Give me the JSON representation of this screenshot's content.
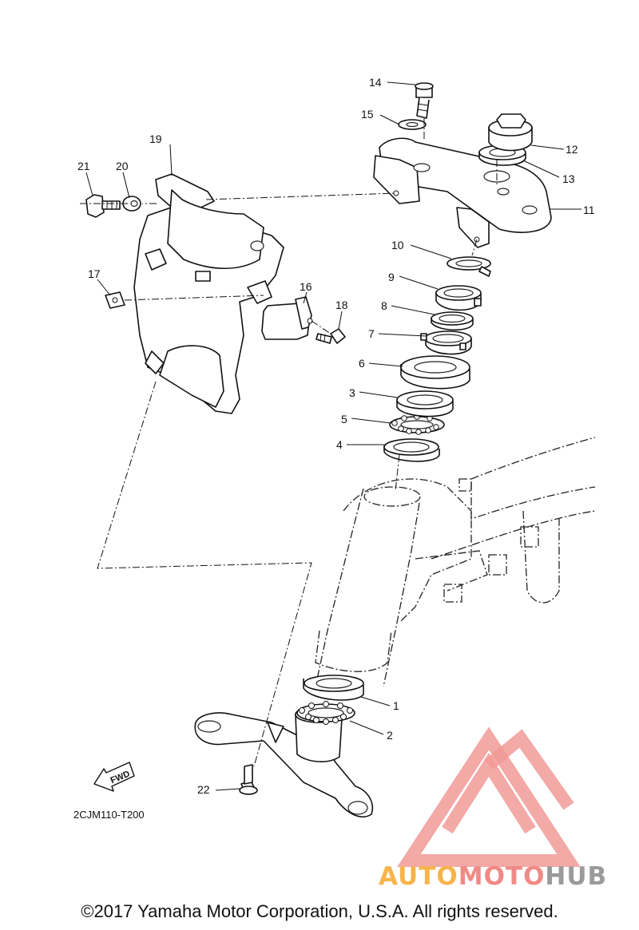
{
  "diagram": {
    "callouts": [
      "1",
      "2",
      "3",
      "4",
      "5",
      "6",
      "7",
      "8",
      "9",
      "10",
      "11",
      "12",
      "13",
      "14",
      "15",
      "16",
      "17",
      "18",
      "19",
      "20",
      "21",
      "22"
    ],
    "direction_label": "FWD",
    "drawing_code": "2CJM110-T200"
  },
  "watermark": {
    "brand_part1": "AUTO",
    "brand_part2": "MOTO",
    "brand_part3": "HUB",
    "colors": {
      "orange": "#f6b44a",
      "pink": "#ef8a86",
      "gray": "#9a9a9a"
    }
  },
  "footer": {
    "copyright": "©2017 Yamaha Motor Corporation, U.S.A. All rights reserved."
  }
}
